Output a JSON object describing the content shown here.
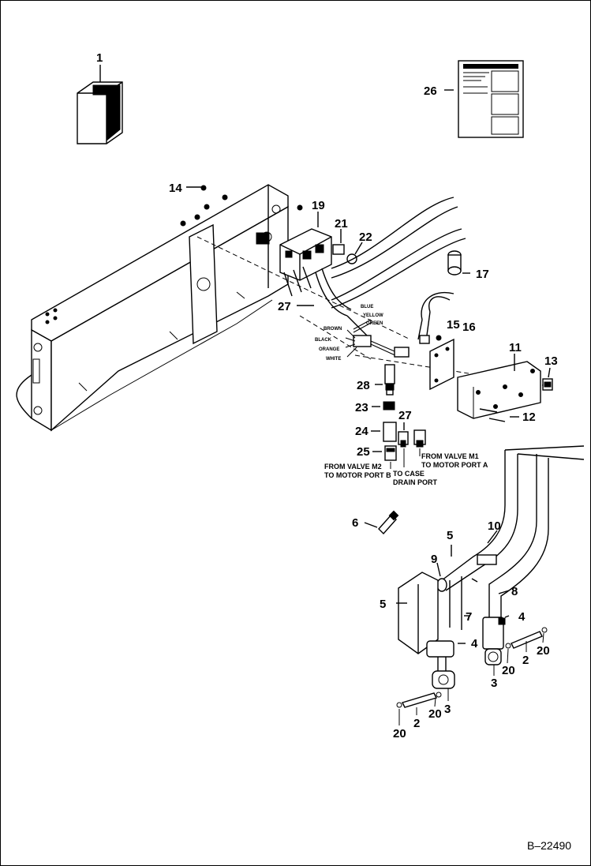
{
  "drawing": {
    "reference_number": "B–22490",
    "callouts": {
      "c1": "1",
      "c26": "26",
      "c14": "14",
      "c19": "19",
      "c21": "21",
      "c22": "22",
      "c17": "17",
      "c27a": "27",
      "c15": "15",
      "c16": "16",
      "c11": "11",
      "c13": "13",
      "c28": "28",
      "c12": "12",
      "c23": "23",
      "c27b": "27",
      "c24": "24",
      "c25": "25",
      "c6": "6",
      "c10": "10",
      "c5a": "5",
      "c9": "9",
      "c8": "8",
      "c5b": "5",
      "c7": "7",
      "c4a": "4",
      "c4b": "4",
      "c20a": "20",
      "c2a": "2",
      "c20b": "20",
      "c3a": "3",
      "c2b": "2",
      "c20c": "20",
      "c3b": "3",
      "c20d": "20"
    },
    "wire_colors": {
      "blue": "BLUE",
      "yellow": "YELLOW",
      "green": "GREEN",
      "brown": "BROWN",
      "black": "BLACK",
      "orange": "ORANGE",
      "white": "WHITE"
    },
    "notes": {
      "valve_m2_line1": "FROM VALVE M2",
      "valve_m2_line2": "TO MOTOR PORT B",
      "case_drain_line1": "TO CASE",
      "case_drain_line2": "DRAIN PORT",
      "valve_m1_line1": "FROM VALVE M1",
      "valve_m1_line2": "TO MOTOR PORT A"
    },
    "instruction_card_title": "INSTRUCTIONS"
  }
}
